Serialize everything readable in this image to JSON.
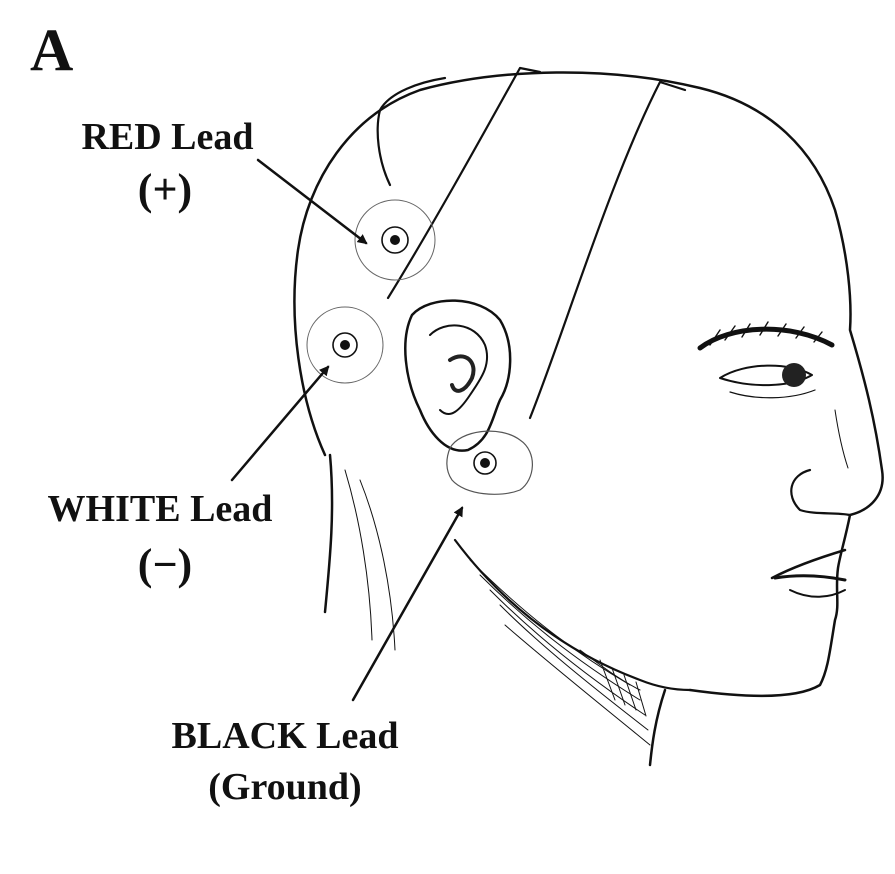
{
  "panel": {
    "letter": "A"
  },
  "leads": {
    "red": {
      "name": "RED Lead",
      "sign": "(+)"
    },
    "white": {
      "name": "WHITE Lead",
      "sign": "(−)"
    },
    "black": {
      "name": "BLACK Lead",
      "sign": "(Ground)"
    }
  },
  "colors": {
    "ink": "#111111",
    "background": "#ffffff"
  }
}
